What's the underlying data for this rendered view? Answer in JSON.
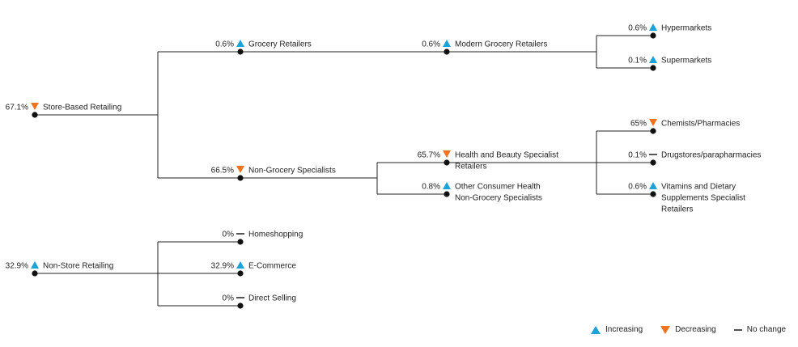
{
  "colors": {
    "increasing": "#1aa3d9",
    "decreasing": "#f07320",
    "no_change": "#555555",
    "line": "#222222"
  },
  "nodes": [
    {
      "id": "store-based-retailing",
      "value": "67.1%",
      "label": [
        "Store-Based Retailing"
      ],
      "trend": "decreasing"
    },
    {
      "id": "grocery-retailers",
      "value": "0.6%",
      "label": [
        "Grocery Retailers"
      ],
      "trend": "increasing"
    },
    {
      "id": "modern-grocery-retailers",
      "value": "0.6%",
      "label": [
        "Modern Grocery Retailers"
      ],
      "trend": "increasing"
    },
    {
      "id": "hypermarkets",
      "value": "0.6%",
      "label": [
        "Hypermarkets"
      ],
      "trend": "increasing"
    },
    {
      "id": "supermarkets",
      "value": "0.1%",
      "label": [
        "Supermarkets"
      ],
      "trend": "increasing"
    },
    {
      "id": "non-grocery-specialists",
      "value": "66.5%",
      "label": [
        "Non-Grocery Specialists"
      ],
      "trend": "decreasing"
    },
    {
      "id": "health-and-beauty-specialist-retailers",
      "value": "65.7%",
      "label": [
        "Health and Beauty Specialist",
        "Retailers"
      ],
      "trend": "decreasing"
    },
    {
      "id": "chemists-pharmacies",
      "value": "65%",
      "label": [
        "Chemists/Pharmacies"
      ],
      "trend": "decreasing"
    },
    {
      "id": "drugstores-parapharmacies",
      "value": "0.1%",
      "label": [
        "Drugstores/parapharmacies"
      ],
      "trend": "no_change"
    },
    {
      "id": "vitamins-and-dietary-supplements",
      "value": "0.6%",
      "label": [
        "Vitamins and Dietary",
        "Supplements Specialist",
        "Retailers"
      ],
      "trend": "increasing"
    },
    {
      "id": "other-consumer-health",
      "value": "0.8%",
      "label": [
        "Other Consumer Health",
        "Non-Grocery Specialists"
      ],
      "trend": "increasing"
    },
    {
      "id": "non-store-retailing",
      "value": "32.9%",
      "label": [
        "Non-Store Retailing"
      ],
      "trend": "increasing"
    },
    {
      "id": "homeshopping",
      "value": "0%",
      "label": [
        "Homeshopping"
      ],
      "trend": "no_change"
    },
    {
      "id": "e-commerce",
      "value": "32.9%",
      "label": [
        "E-Commerce"
      ],
      "trend": "increasing"
    },
    {
      "id": "direct-selling",
      "value": "0%",
      "label": [
        "Direct Selling"
      ],
      "trend": "no_change"
    }
  ],
  "edges": [
    [
      "store-based-retailing",
      "grocery-retailers"
    ],
    [
      "store-based-retailing",
      "non-grocery-specialists"
    ],
    [
      "grocery-retailers",
      "modern-grocery-retailers"
    ],
    [
      "modern-grocery-retailers",
      "hypermarkets"
    ],
    [
      "modern-grocery-retailers",
      "supermarkets"
    ],
    [
      "non-grocery-specialists",
      "health-and-beauty-specialist-retailers"
    ],
    [
      "non-grocery-specialists",
      "other-consumer-health"
    ],
    [
      "health-and-beauty-specialist-retailers",
      "chemists-pharmacies"
    ],
    [
      "health-and-beauty-specialist-retailers",
      "drugstores-parapharmacies"
    ],
    [
      "health-and-beauty-specialist-retailers",
      "vitamins-and-dietary-supplements"
    ],
    [
      "non-store-retailing",
      "homeshopping"
    ],
    [
      "non-store-retailing",
      "e-commerce"
    ],
    [
      "non-store-retailing",
      "direct-selling"
    ]
  ],
  "legend": {
    "increasing": "Increasing",
    "decreasing": "Decreasing",
    "no_change": "No change"
  }
}
